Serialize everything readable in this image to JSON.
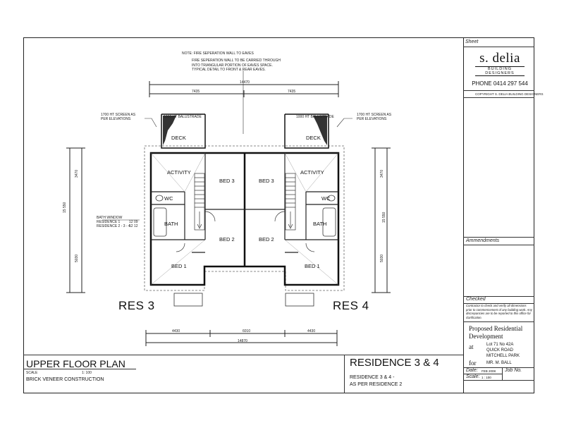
{
  "sheet": {
    "label": "Sheet"
  },
  "company": {
    "name": "s. delia",
    "tagline": "BUILDING DESIGNERS",
    "phone": "PHONE  0414 297 544",
    "copyright": "COPYRIGHT S. DELIA BUILDING DESIGNERS"
  },
  "notes": {
    "fire_title": "NOTE:  FIRE SEPERATION WALL TO EAVES",
    "fire_lines": [
      "FIRE SEPERATION WALL TO BE CARRIED THROUGH",
      "INTO TRIANGULAR PORTION OF EAVES SPACE.",
      "TYPICAL DETAIL TO FRONT & REAR EAVES."
    ],
    "screen_left": [
      "1700 HT SCREEN AS",
      "PER ELEVATIONS"
    ],
    "screen_right": [
      "1700 HT SCREEN AS",
      "PER ELEVATIONS"
    ],
    "balustrade": "1000 HT BALUSTRADE",
    "bath_window": [
      "BATH WINDOW",
      "RESIDENCE 1",
      "RESIDENCE 2 - 3 - 4"
    ],
    "bath_window_vals": [
      "12 09",
      "12 12"
    ]
  },
  "dimensions": {
    "overall_top": "14470",
    "left_half": "7435",
    "right_half": "7435",
    "bottom_left": "4430",
    "bottom_mid": "6010",
    "bottom_right": "4430",
    "overall_bottom": "14870",
    "left_vertical": "15 550",
    "right_vertical": "15 550",
    "v_top": "3470",
    "v_bot": "5030"
  },
  "rooms": {
    "deck": "DECK",
    "activity": "ACTIVITY",
    "bed3": "BED 3",
    "bed2": "BED 2",
    "bed1": "BED 1",
    "wc": "WC",
    "bath": "BATH"
  },
  "residence_labels": {
    "left": "RES  3",
    "right": "RES  4"
  },
  "title": {
    "plan": "UPPER FLOOR PLAN",
    "scale_label": "SCALE",
    "scale_value": "1: 100",
    "construction": "BRICK VENEER CONSTRUCTION"
  },
  "residence_block": {
    "heading": "RESIDENCE 3 & 4",
    "line1": "RESIDENCE 3 & 4 -",
    "line2": "AS PER RESIDENCE  2"
  },
  "title_block": {
    "amendments": "Ammendments",
    "checked": "Checked",
    "checked_note": "Contractor to check and verify all dimensions prior to commencement of any building work. Any discrepancies are to be reported to this office for clarification.",
    "project_line1": "Proposed Residential",
    "project_line2": "Development",
    "at_label": "at",
    "address": [
      "Lot 71 No 42A",
      "QUICK ROAD",
      "MITCHELL PARK"
    ],
    "for_label": "for",
    "client": "MR.  M.  BALL",
    "date_label": "Date:",
    "date_value": "FEB 2008",
    "scale_label": "Scale:",
    "scale_value": "1 : 100",
    "job_label": "Job No."
  }
}
